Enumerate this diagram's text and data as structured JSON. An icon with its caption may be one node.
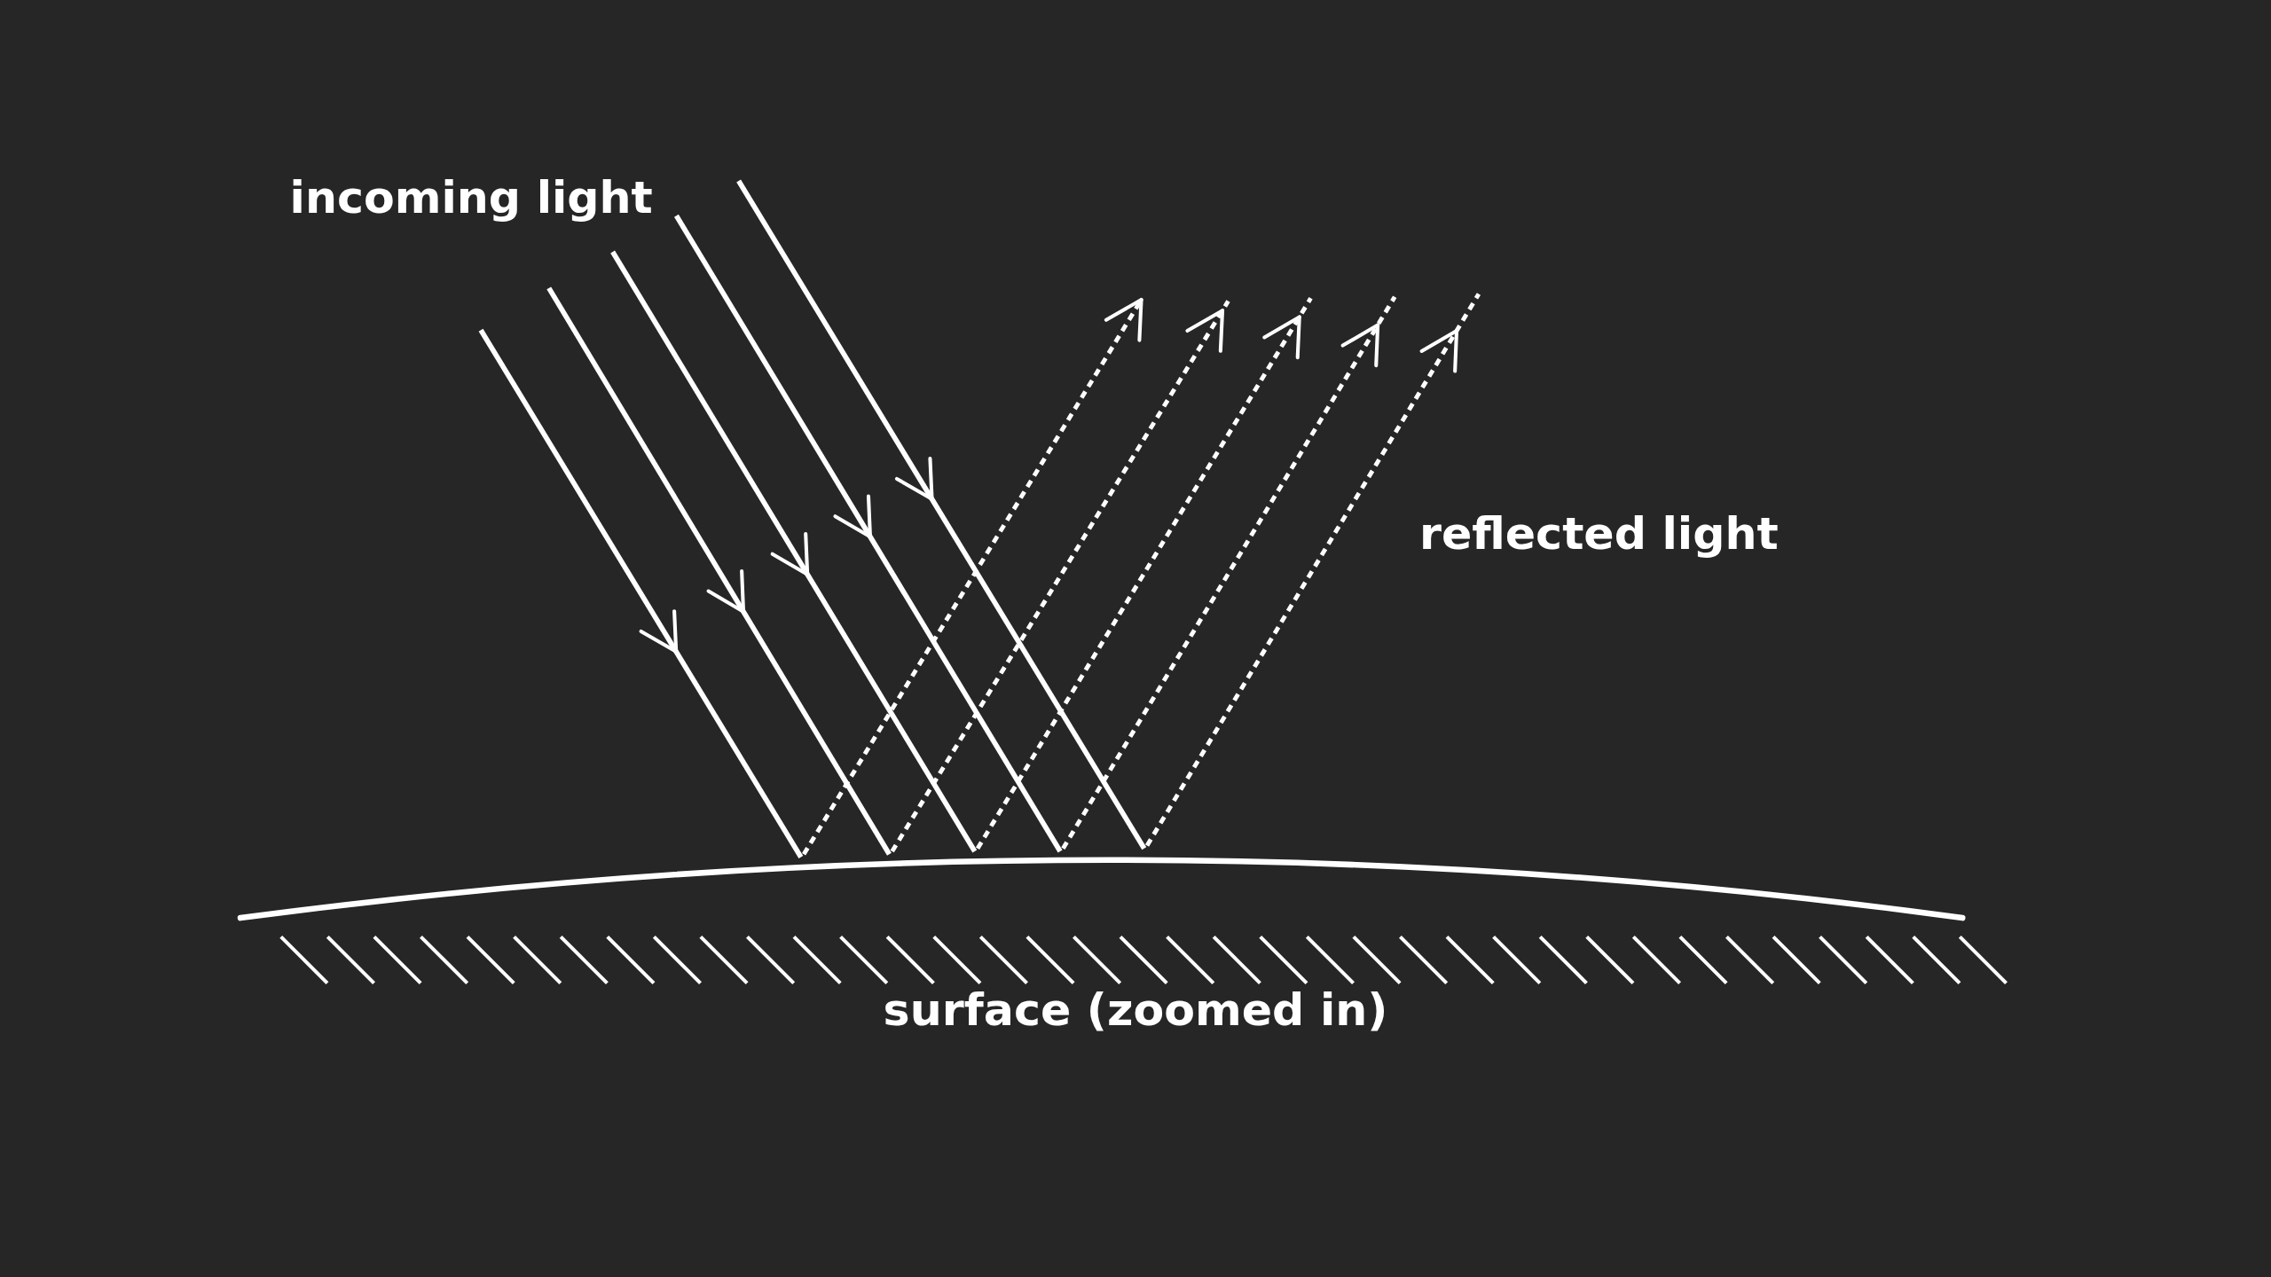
{
  "diagram": {
    "labels": [
      "incoming light",
      "reflected light",
      "surface (zoomed in)"
    ]
  }
}
